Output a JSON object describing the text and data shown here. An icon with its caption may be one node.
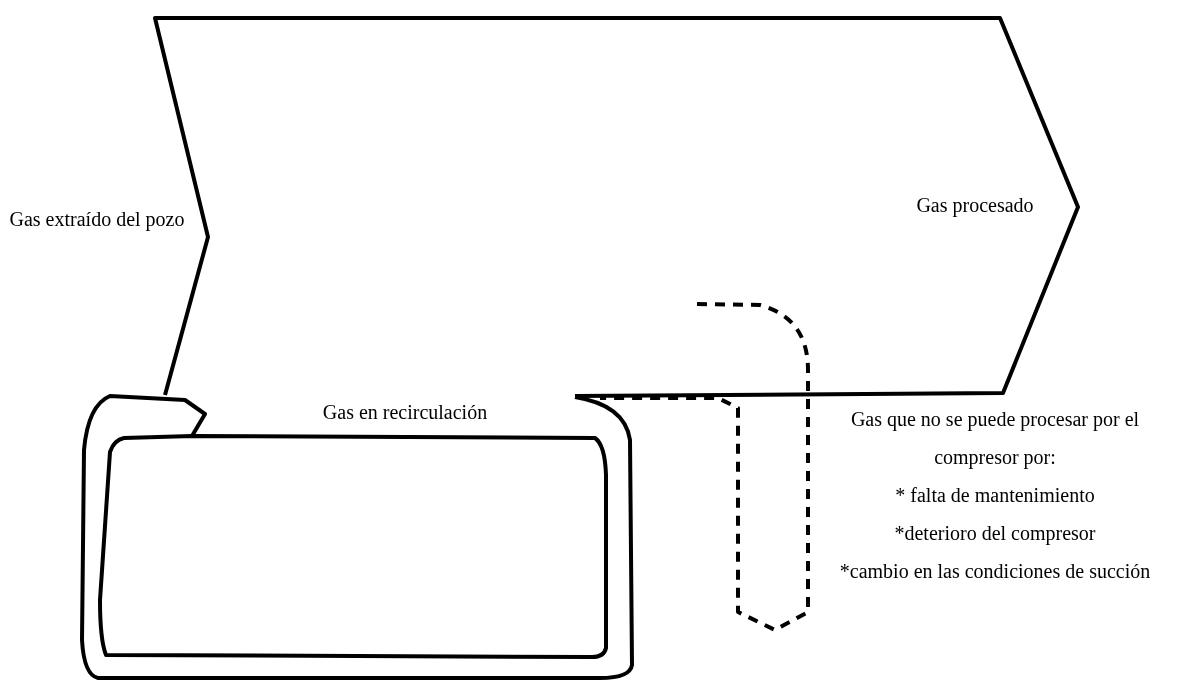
{
  "diagram": {
    "nodes": [
      {
        "text": [
          "Gas procesado"
        ],
        "beside": [
          "Gas extraído del pozo"
        ]
      },
      {
        "text": [
          "Gas en recirculación"
        ]
      },
      {
        "text": [],
        "shape": "band",
        "beside": [
          "Gas que no se puede procesar por el compresor por:",
          "* falta de mantenimiento",
          "*deterioro del compresor",
          "*cambio en las condiciones de succión"
        ]
      }
    ]
  }
}
